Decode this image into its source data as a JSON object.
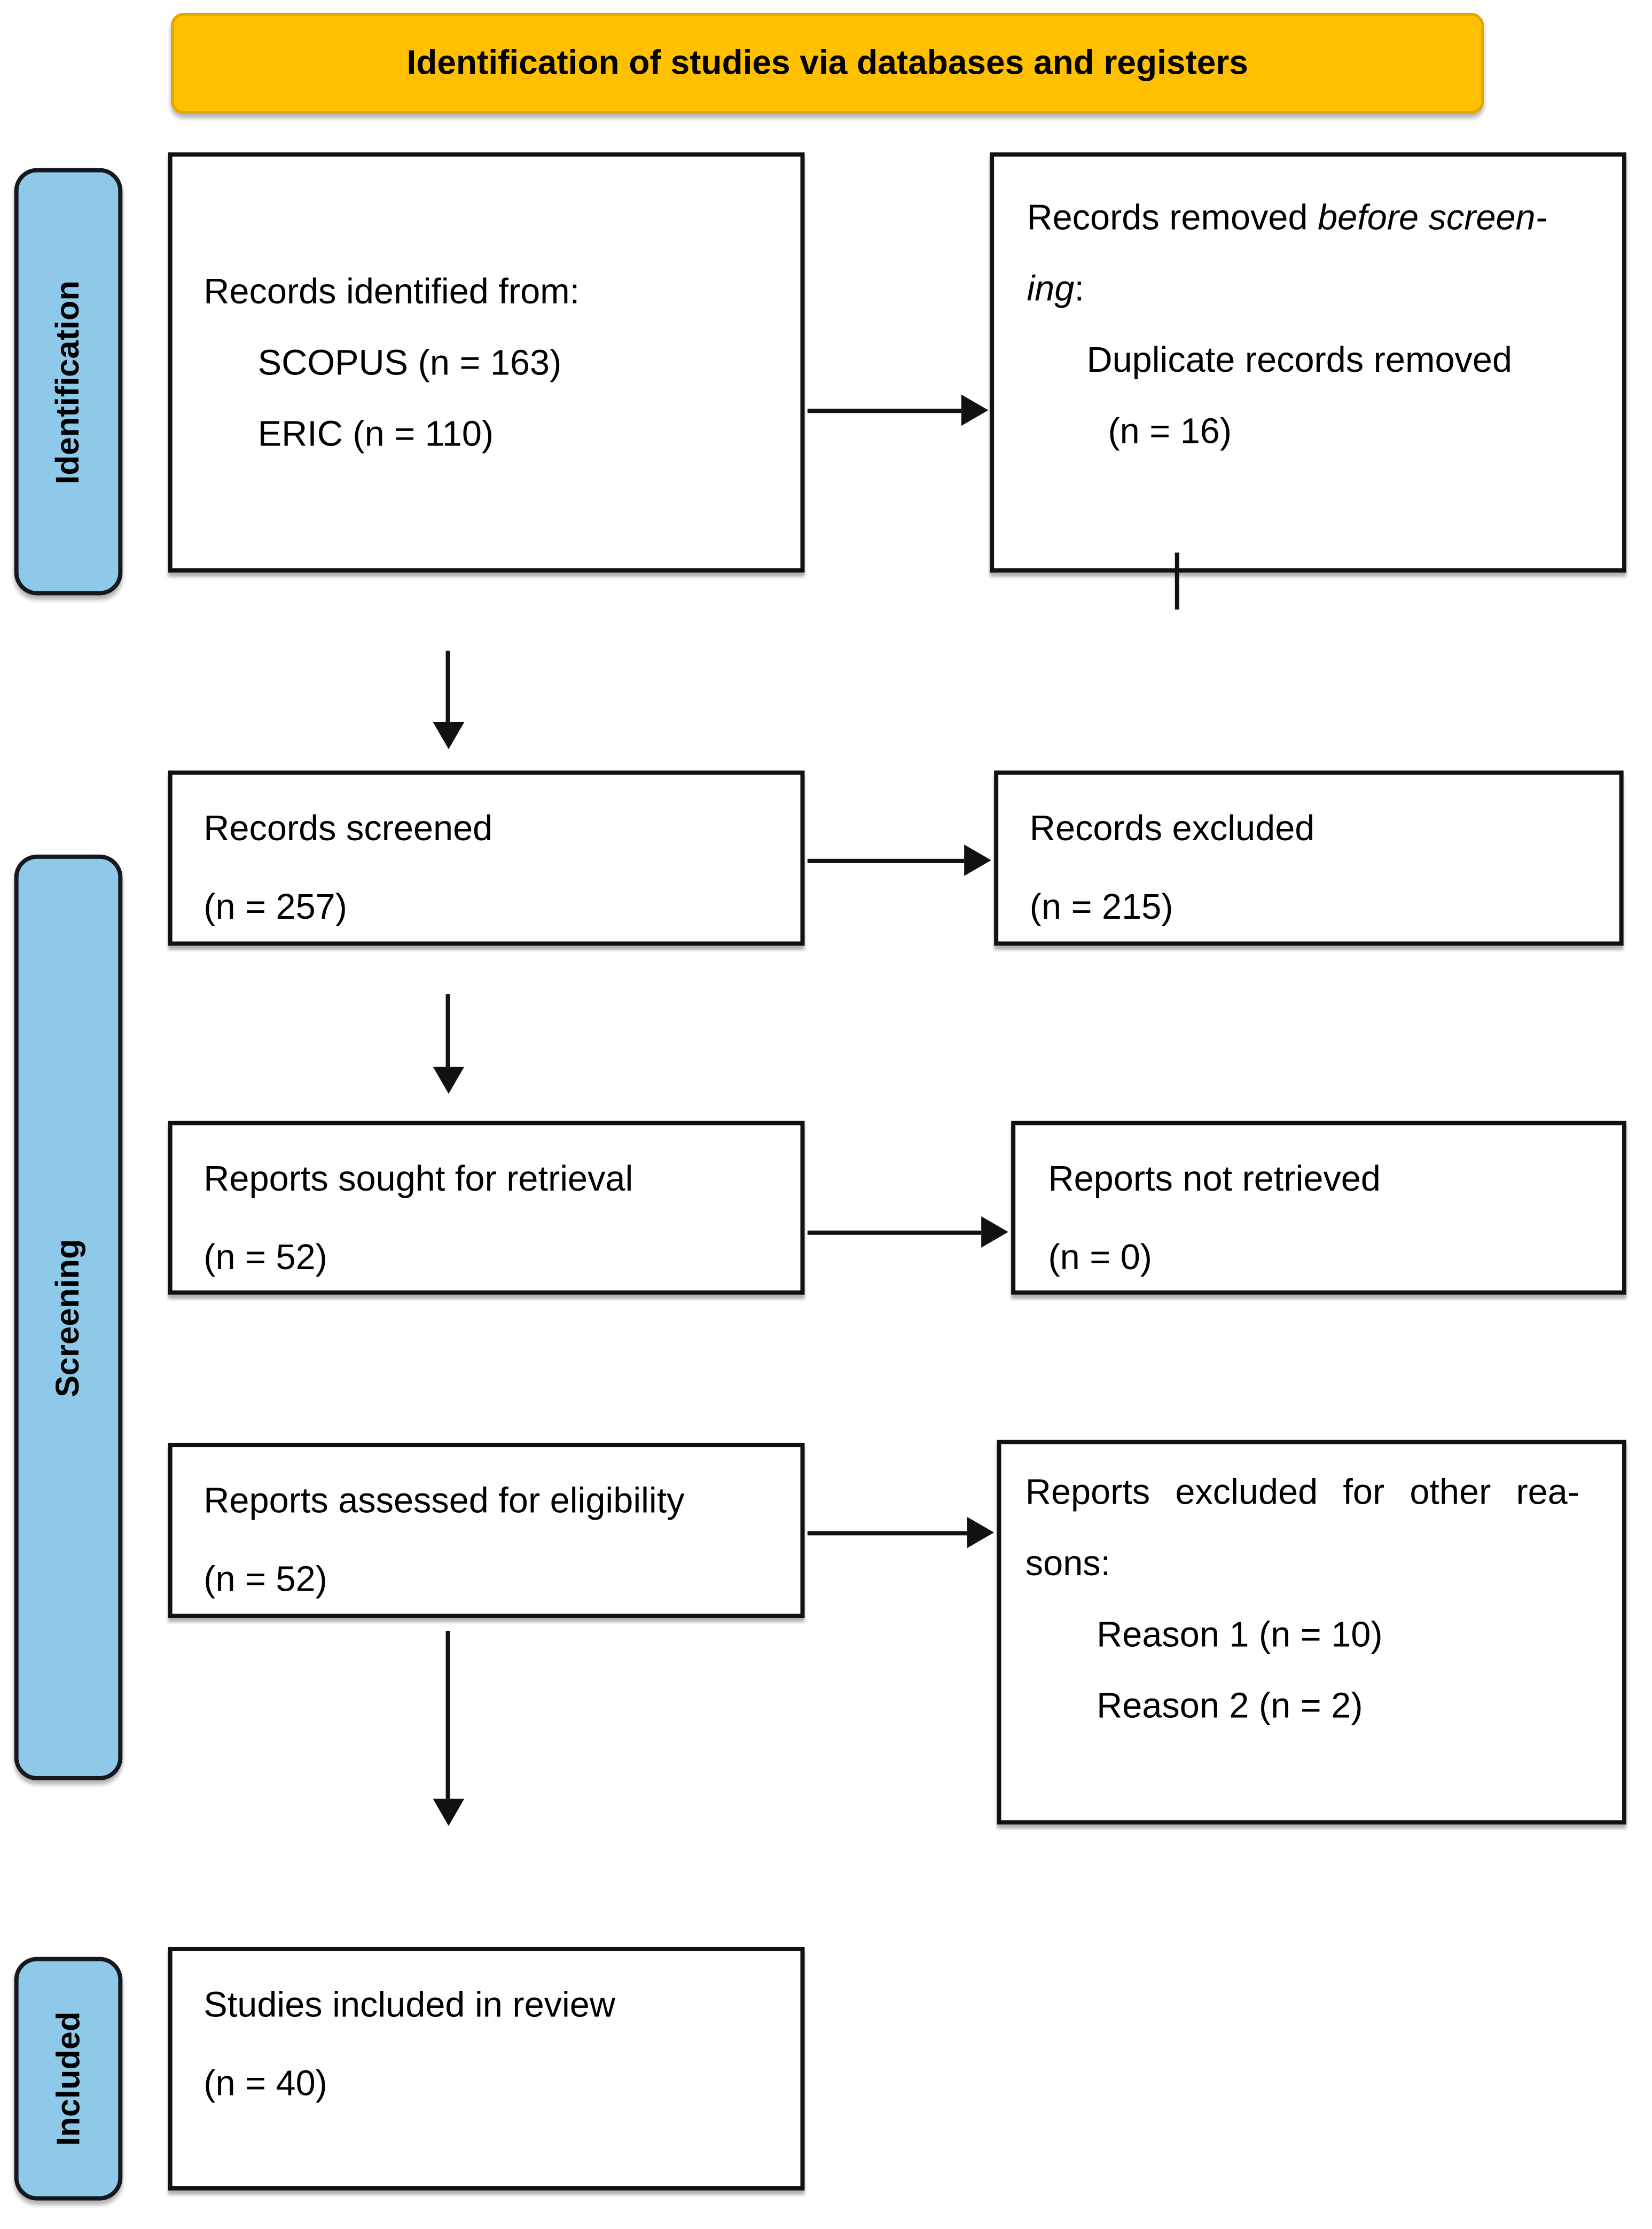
{
  "banner": {
    "title": "Identification of studies via databases and registers"
  },
  "stages": {
    "identification": "Identification",
    "screening": "Screening",
    "included": "Included"
  },
  "boxes": {
    "identified": {
      "title": "Records identified from:",
      "source1": "SCOPUS (n = 163)",
      "source2": "ERIC (n = 110)"
    },
    "removed": {
      "title_regular": "Records removed ",
      "title_italic": "before screen-",
      "title_italic2": "ing",
      "title_colon": ":",
      "detail": "Duplicate records removed",
      "count": "(n = 16)"
    },
    "screened": {
      "title": "Records screened",
      "count": "(n = 257)"
    },
    "excluded": {
      "title": "Records excluded",
      "count": "(n = 215)"
    },
    "sought": {
      "title": "Reports sought for retrieval",
      "count": "(n = 52)"
    },
    "not_retrieved": {
      "title": "Reports not retrieved",
      "count": "(n = 0)"
    },
    "assessed": {
      "title": "Reports assessed for eligibility",
      "count": "(n = 52)"
    },
    "excluded_other": {
      "title_line1": "Reports excluded for other rea-",
      "title_line2": "sons:",
      "reason1": "Reason 1 (n = 10)",
      "reason2": "Reason 2 (n = 2)"
    },
    "included_review": {
      "title": "Studies included in review",
      "count": "(n = 40)"
    }
  },
  "colors": {
    "banner_bg": "#FFC000",
    "banner_border": "#E0A800",
    "stage_bg": "#8FC9E9",
    "line": "#111111"
  }
}
